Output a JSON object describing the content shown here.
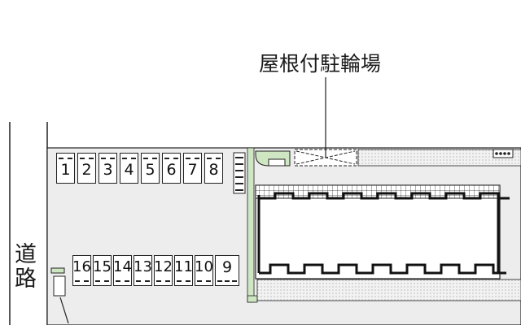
{
  "labels": {
    "callout": "屋根付駐輪場",
    "road": [
      "道",
      "路"
    ]
  },
  "parking": {
    "top_row": [
      "1",
      "2",
      "3",
      "4",
      "5",
      "6",
      "7",
      "8"
    ],
    "bottom_row": [
      "16",
      "15",
      "14",
      "13",
      "12",
      "11",
      "10",
      "9"
    ]
  },
  "colors": {
    "lot": "#ececec",
    "green_strip": "#cfe6c3",
    "building_edge": "#222222",
    "dotted_ground": "#e6e6e6"
  }
}
